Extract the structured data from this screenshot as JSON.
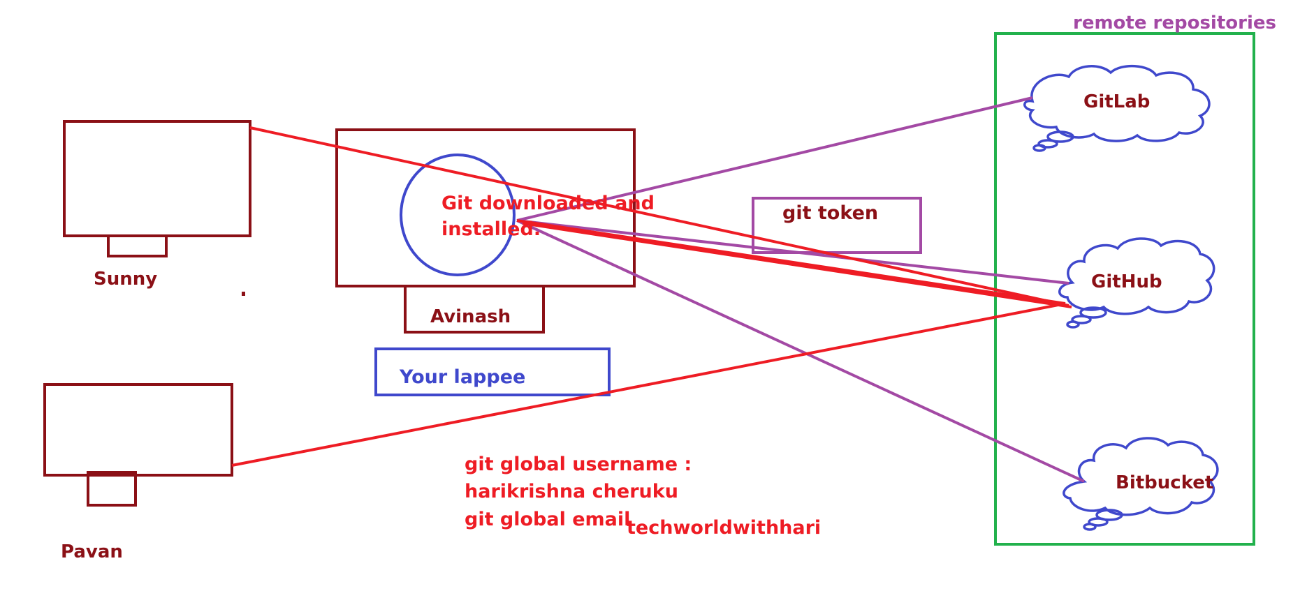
{
  "colors": {
    "maroon": "#8b1016",
    "red": "#ee1c24",
    "blue": "#3f48cc",
    "purple": "#a349a4",
    "green": "#22b14c"
  },
  "labels": {
    "remote_repositories": "remote repositories",
    "gitlab": "GitLab",
    "github": "GitHub",
    "bitbucket": "Bitbucket",
    "sunny": "Sunny",
    "avinash": "Avinash",
    "pavan": "Pavan",
    "git_installed_line1": "Git downloaded and",
    "git_installed_line2": "installed.",
    "git_token": "git token",
    "your_lappee": "Your lappee",
    "git_global_username": "git global username :",
    "username_value": "harikrishna cheruku",
    "git_global_email": "git global email",
    "email_value": "techworldwithhari"
  }
}
